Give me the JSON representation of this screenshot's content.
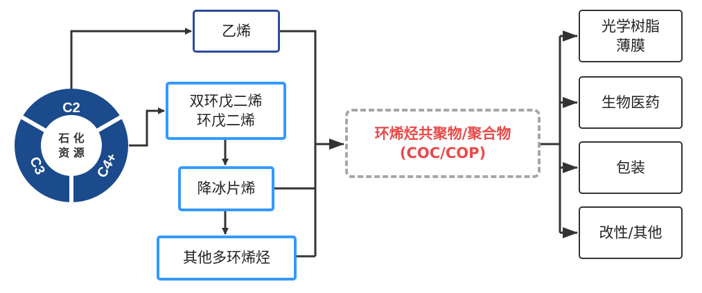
{
  "source": {
    "center_line1": "石 化",
    "center_line2": "资 源",
    "segments": [
      "C2",
      "C3",
      "C4+"
    ]
  },
  "monomers": [
    {
      "label": "乙烯"
    },
    {
      "label": "双环戊二烯\n环戊二烯"
    },
    {
      "label": "降冰片烯"
    },
    {
      "label": "其他多环烯烃"
    }
  ],
  "product": {
    "line1": "环烯烃共聚物/聚合物",
    "line2": "(COC/COP)"
  },
  "applications": [
    {
      "label": "光学树脂\n薄膜"
    },
    {
      "label": "生物医药"
    },
    {
      "label": "包装"
    },
    {
      "label": "改性/其他"
    }
  ],
  "colors": {
    "ring": "#1b4a8d",
    "dark_border": "#2c4a9c",
    "light_border": "#3399ff",
    "product_text": "#e84a4a",
    "dashed": "#a6a6a6"
  }
}
